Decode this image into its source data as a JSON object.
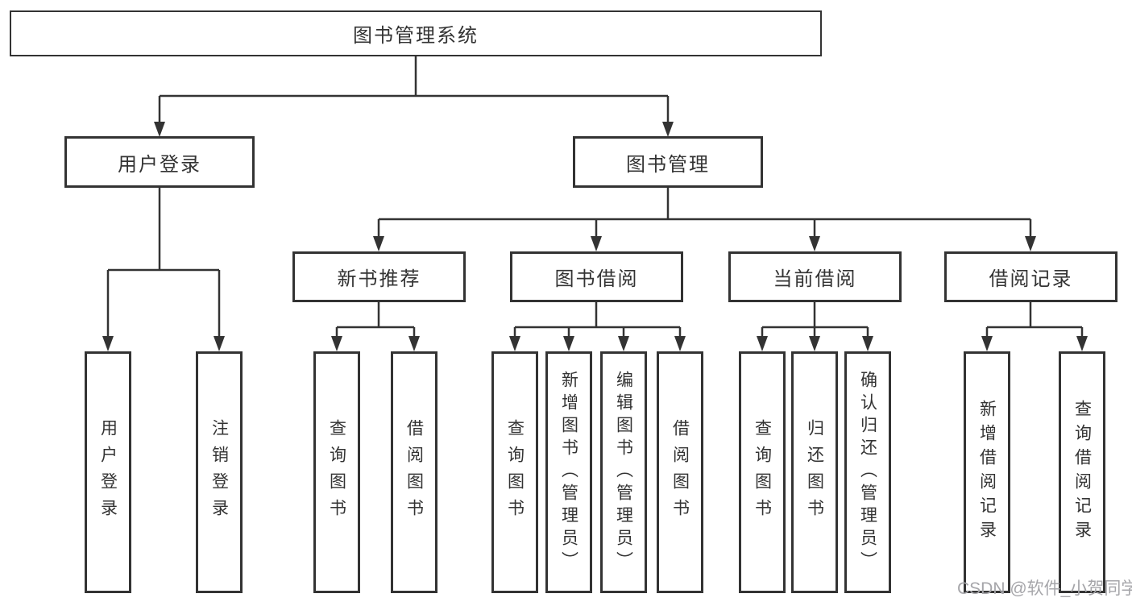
{
  "tree": {
    "label": "图书管理系统",
    "children": [
      {
        "label": "用户登录",
        "children": [
          {
            "label": "用户登录"
          },
          {
            "label": "注销登录"
          }
        ]
      },
      {
        "label": "图书管理",
        "children": [
          {
            "label": "新书推荐",
            "children": [
              {
                "label": "查询图书"
              },
              {
                "label": "借阅图书"
              }
            ]
          },
          {
            "label": "图书借阅",
            "children": [
              {
                "label": "查询图书"
              },
              {
                "label": "新增图书（管理员）"
              },
              {
                "label": "编辑图书（管理员）"
              },
              {
                "label": "借阅图书"
              }
            ]
          },
          {
            "label": "当前借阅",
            "children": [
              {
                "label": "查询图书"
              },
              {
                "label": "归还图书"
              },
              {
                "label": "确认归还（管理员）"
              }
            ]
          },
          {
            "label": "借阅记录",
            "children": [
              {
                "label": "新增借阅记录"
              },
              {
                "label": "查询借阅记录"
              }
            ]
          }
        ]
      }
    ]
  },
  "watermark": "CSDN @软件_小贺同学",
  "colors": {
    "line": "#333333",
    "text": "#333333",
    "box_background": "#ffffff",
    "watermark": "#a6a6aa"
  }
}
